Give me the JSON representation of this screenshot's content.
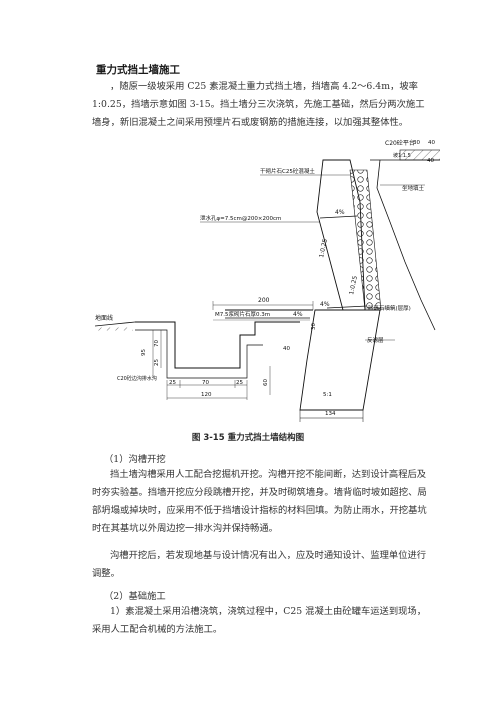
{
  "title": "重力式挡土墙施工",
  "intro": "，随原一级坡采用 C25 素混凝土重力式挡土墙，挡墙高 4.2～6.4m，坡率 1:0.25，挡墙示意如图 3-15。挡土墙分三次浇筑，先施工基础，然后分两次施工墙身，新旧混凝土之间采用预埋片石或废钢筋的措施连接，以加强其整体性。",
  "figure": {
    "caption": "图 3-15 重力式挡土墙结构图",
    "labels": {
      "c20_top": "C20砼平台",
      "slope_top": "坡1:1.5",
      "dim_30": "30",
      "dim_40": "40",
      "dim_40b": "40",
      "right_backfill": "坐地填土",
      "pipe_note": "干砌片石C25砼混凝土",
      "drain_hole": "泄水孔φ=7.5cm@200×200cm",
      "ratio_4pct_a": "4%",
      "ratio_1_025": "1:0.25",
      "ratio_1_025b": "1:0.25",
      "backfill_note": "砂砾石填筑(层厚)",
      "dim_200": "200",
      "slab_note": "M7.5浆砌片石厚0.3m",
      "ratio_4pct_b": "4%",
      "ratio_4pct_c": "4%",
      "left_ground": "地面线",
      "dim_30b": "30",
      "dim_40c": "40",
      "gravel": "反滤层",
      "dim_95": "95",
      "dim_70v": "70",
      "dim_25v": "25",
      "dim_60v": "60",
      "c20_bottom": "C20砼边沟排水沟",
      "dim_25a": "25",
      "dim_70": "70",
      "dim_25b": "25",
      "dim_120": "120",
      "foot_ratio": "5:1",
      "dim_134": "134"
    }
  },
  "sections": [
    {
      "heading": "（1）沟槽开挖",
      "paragraphs": [
        "挡土墙沟槽采用人工配合挖掘机开挖。沟槽开挖不能间断，达到设计高程后及时夯实验基。挡墙开挖应分段跳槽开挖，并及时砌筑墙身。墙背临时坡如超挖、局部坍塌或掉块时，应采用不低于挡墙设计指标的材料回填。为防止雨水，开挖基坑时在其基坑以外周边挖一排水沟并保持畅通。",
        "沟槽开挖后，若发现地基与设计情况有出入，应及时通知设计、监理单位进行调整。"
      ]
    },
    {
      "heading": "（2）基础施工",
      "paragraphs": [
        "1）素混凝土采用沿槽浇筑，浇筑过程中，C25 混凝土由砼罐车运送到现场，采用人工配合机械的方法施工。"
      ]
    }
  ]
}
